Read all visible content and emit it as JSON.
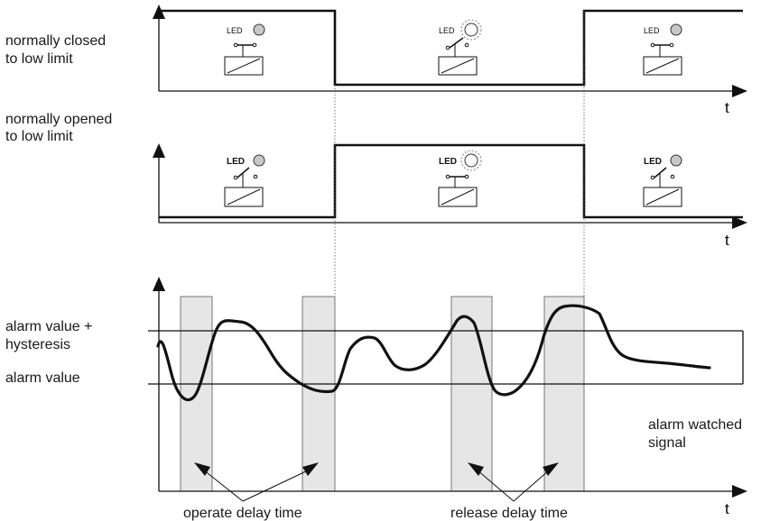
{
  "labels": {
    "nc_line1": "normally closed",
    "nc_line2": "to low limit",
    "no_line1": "normally opened",
    "no_line2": "to low limit",
    "alarm_hyst_line1": "alarm value +",
    "alarm_hyst_line2": "hysteresis",
    "alarm_value": "alarm value",
    "watched_line1": "alarm watched",
    "watched_line2": "signal",
    "operate_delay": "operate delay time",
    "release_delay": "release delay time"
  },
  "axes": {
    "time_label": "t"
  },
  "led": {
    "label": "LED",
    "off_color": "#c8c8c8",
    "glow_color": "#9a9a9a"
  },
  "colors": {
    "line": "#111111",
    "delay_band": "#e6e6e6",
    "delay_border": "#777777"
  },
  "states": {
    "normally_closed": [
      "high",
      "low",
      "high"
    ],
    "normally_opened": [
      "low",
      "high",
      "low"
    ],
    "led_lit": [
      false,
      true,
      false
    ]
  }
}
